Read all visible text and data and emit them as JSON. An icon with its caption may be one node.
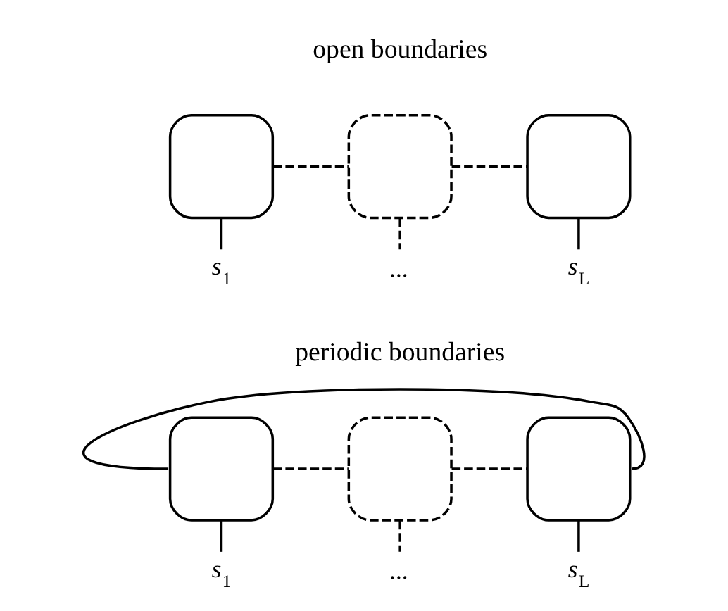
{
  "diagram": {
    "nodes": [
      {
        "text": [],
        "shape": "box"
      },
      {
        "text": [],
        "shape": "box"
      },
      {
        "text": [],
        "shape": "box"
      },
      {
        "text": [
          "s$_{1}$"
        ]
      },
      {
        "text": [
          "..."
        ]
      },
      {
        "text": [
          "s$_{L}$"
        ]
      },
      {
        "text": [],
        "shape": "box"
      },
      {
        "text": [],
        "shape": "box"
      },
      {
        "text": [],
        "shape": "box"
      },
      {
        "text": [
          "s$_{1}$"
        ]
      },
      {
        "text": [
          "..."
        ]
      },
      {
        "text": [
          "s$_{L}$"
        ]
      }
    ],
    "edges": [
      {
        "from": 0,
        "to": 1,
        "arrow": "none",
        "style": "dashed"
      },
      {
        "from": 1,
        "to": 2,
        "arrow": "none",
        "style": "dashed"
      },
      {
        "from": 0,
        "to": 3,
        "arrow": "none"
      },
      {
        "from": 1,
        "to": 4,
        "arrow": "none",
        "style": "dashed"
      },
      {
        "from": 2,
        "to": 5,
        "arrow": "none"
      },
      {
        "from": 6,
        "to": 7,
        "arrow": "none",
        "style": "dashed"
      },
      {
        "from": 7,
        "to": 8,
        "arrow": "none",
        "style": "dashed"
      },
      {
        "from": 6,
        "to": 9,
        "arrow": "none"
      },
      {
        "from": 7,
        "to": 10,
        "arrow": "none",
        "style": "dashed"
      },
      {
        "from": 8,
        "to": 11,
        "arrow": "none"
      },
      {
        "from": 8,
        "to": 6,
        "arrow": "none"
      }
    ],
    "labels": [
      "open boundaries",
      "periodic boundaries"
    ]
  }
}
